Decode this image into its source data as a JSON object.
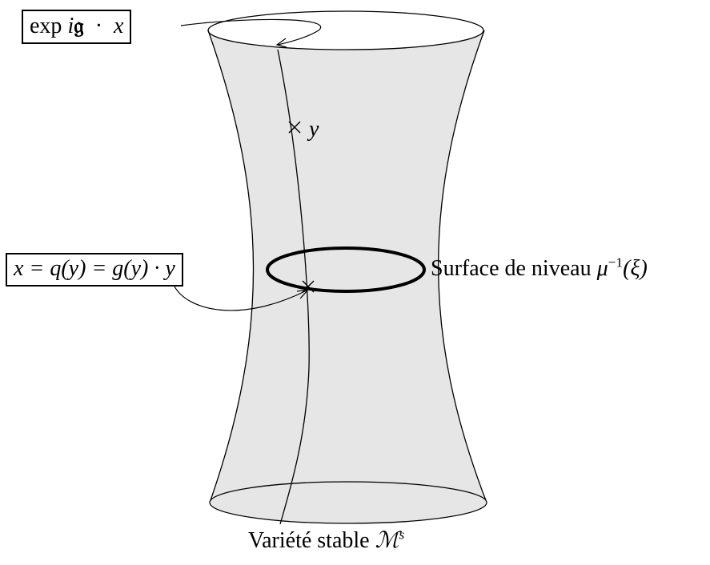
{
  "labels": {
    "orbit_box": {
      "pre": "exp",
      "i": "i",
      "frak": "𝔤",
      "dot": "·",
      "x": "x"
    },
    "point_y": "y",
    "projection_box": "x = q(y) = g(y) · y",
    "level_surface": {
      "prefix": "Surface de niveau ",
      "mu": "μ",
      "exp": "−1",
      "arg": "(ξ)"
    },
    "stable_variety": {
      "prefix": "Variété stable ",
      "M": "ℳ",
      "exp": "s"
    }
  },
  "colors": {
    "surface_fill": "#e6e6e6",
    "stroke": "#000000",
    "background": "#ffffff"
  }
}
